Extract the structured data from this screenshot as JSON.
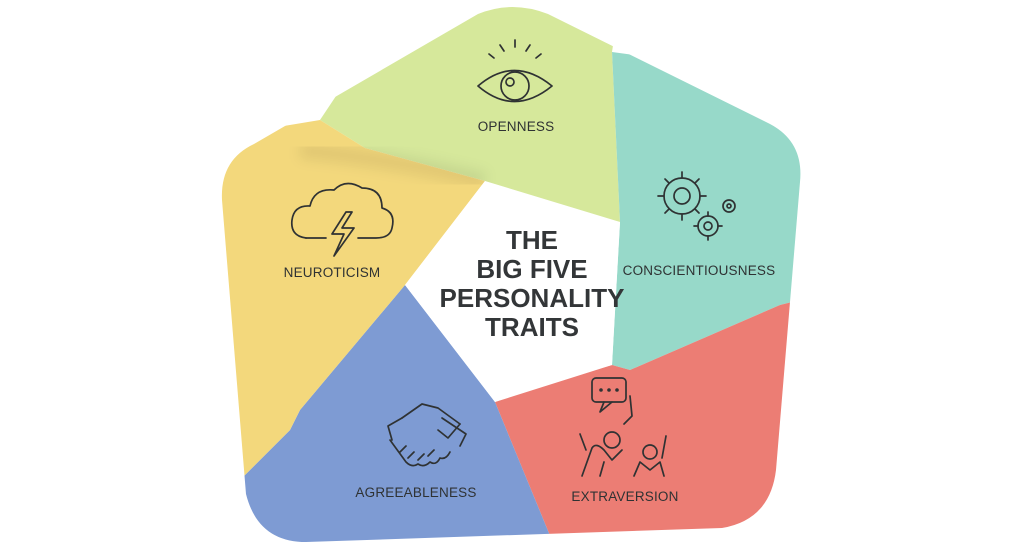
{
  "title_lines": [
    "THE",
    "BIG FIVE",
    "PERSONALITY",
    "TRAITS"
  ],
  "traits": [
    {
      "label": "OPENNESS",
      "icon": "eye-icon",
      "color": "#d6e89b"
    },
    {
      "label": "CONSCIENTIOUSNESS",
      "icon": "gears-icon",
      "color": "#97d9c9"
    },
    {
      "label": "EXTRAVERSION",
      "icon": "people-chat-icon",
      "color": "#ec7d74"
    },
    {
      "label": "AGREEABLENESS",
      "icon": "handshake-icon",
      "color": "#7e9bd3"
    },
    {
      "label": "NEUROTICISM",
      "icon": "storm-cloud-icon",
      "color": "#f3d87c"
    }
  ],
  "center_color": "#ffffff"
}
